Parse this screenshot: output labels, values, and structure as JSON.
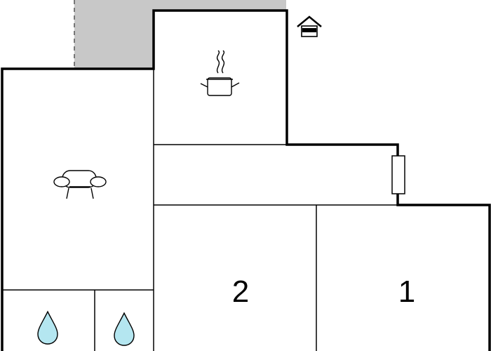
{
  "floorplan": {
    "colors": {
      "background": "#ffffff",
      "wall": "#000000",
      "terrace": "#c8c8c8",
      "water": "#b4e6f0"
    },
    "rooms": [
      {
        "name": "living-room",
        "icon": "sofa-icon"
      },
      {
        "name": "kitchen",
        "icon": "cooking-pot-icon"
      },
      {
        "name": "hallway",
        "icon": "door-icon"
      },
      {
        "name": "bedroom",
        "label": "2"
      },
      {
        "name": "bedroom",
        "label": "1"
      },
      {
        "name": "bathroom",
        "icon": "water-drop-icon"
      },
      {
        "name": "bathroom",
        "icon": "water-drop-icon"
      }
    ],
    "entrance_icon": "house-entrance-icon"
  }
}
